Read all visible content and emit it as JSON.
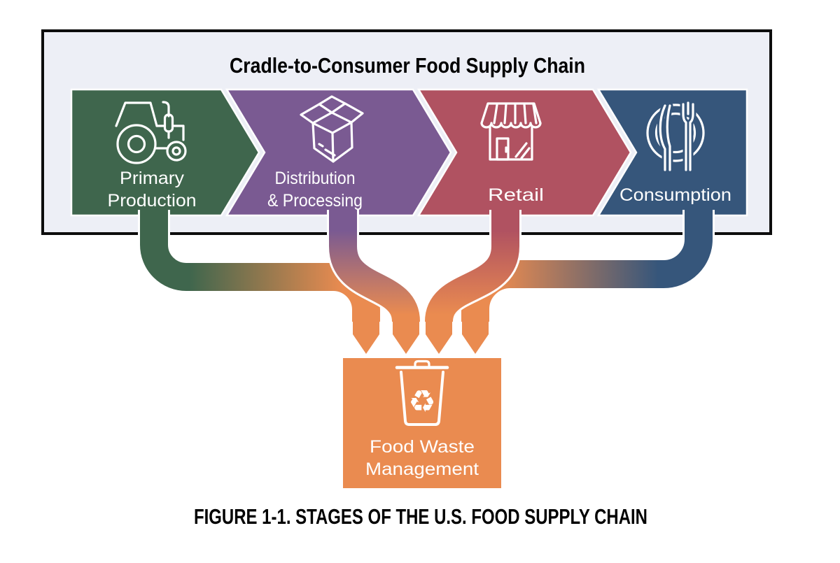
{
  "panel": {
    "title": "Cradle-to-Consumer Food Supply Chain"
  },
  "stages": [
    {
      "id": "primary-production",
      "label_line1": "Primary",
      "label_line2": "Production",
      "icon": "tractor-icon",
      "color": "#3f664d"
    },
    {
      "id": "distribution-processing",
      "label_line1": "Distribution",
      "label_line2": "& Processing",
      "icon": "open-box-icon",
      "color": "#7a5a92"
    },
    {
      "id": "retail",
      "label_line1": "Retail",
      "label_line2": "",
      "icon": "storefront-icon",
      "color": "#b05261"
    },
    {
      "id": "consumption",
      "label_line1": "Consumption",
      "label_line2": "",
      "icon": "plate-cutlery-icon",
      "color": "#36567b"
    }
  ],
  "sink": {
    "label_line1": "Food Waste",
    "label_line2": "Management",
    "icon": "trash-recycle-icon",
    "icon_glyph": "♻",
    "color": "#ea8b50"
  },
  "caption": "FIGURE 1-1. STAGES OF THE U.S. FOOD SUPPLY CHAIN",
  "colors": {
    "panel_fill": "#edeff6",
    "panel_border": "#0d0d0d",
    "primary_production": "#3f664d",
    "distribution_processing": "#7a5a92",
    "retail": "#b05261",
    "consumption": "#36567b",
    "food_waste_orange": "#ea8b50",
    "label_text": "#ffffff",
    "title_text": "#000000"
  }
}
